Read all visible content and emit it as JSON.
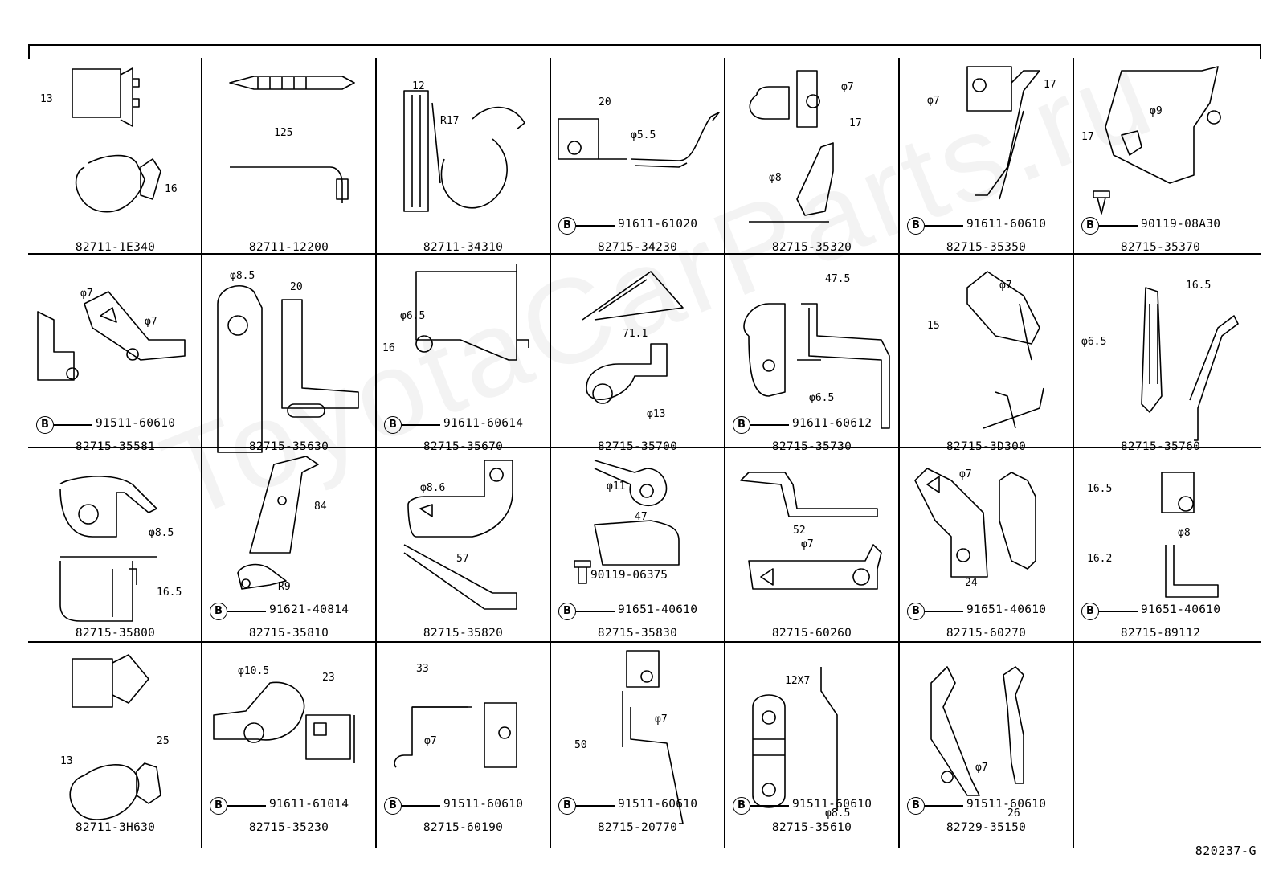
{
  "diagram": {
    "doc_id": "820237-G",
    "watermark": "ToyotaCarParts.ru",
    "cells": [
      {
        "part": "82711-1E340",
        "dims": [
          "13",
          "16"
        ],
        "bolt": null
      },
      {
        "part": "82711-12200",
        "dims": [
          "125"
        ],
        "bolt": null
      },
      {
        "part": "82711-34310",
        "dims": [
          "12",
          "R17"
        ],
        "bolt": null
      },
      {
        "part": "82715-34230",
        "dims": [
          "20",
          "φ5.5"
        ],
        "bolt": "91611-61020"
      },
      {
        "part": "82715-35320",
        "dims": [
          "φ7",
          "17",
          "φ8"
        ],
        "bolt": null
      },
      {
        "part": "82715-35350",
        "dims": [
          "17",
          "φ7"
        ],
        "bolt": "91611-60610"
      },
      {
        "part": "82715-35370",
        "dims": [
          "φ9",
          "17"
        ],
        "bolt": "90119-08A30"
      },
      {
        "part": "82715-35581",
        "dims": [
          "φ7",
          "φ7"
        ],
        "bolt": "91511-60610"
      },
      {
        "part": "82715-35630",
        "dims": [
          "φ8.5",
          "20"
        ],
        "bolt": null
      },
      {
        "part": "82715-35670",
        "dims": [
          "φ6.5",
          "16"
        ],
        "bolt": "91611-60614"
      },
      {
        "part": "82715-35700",
        "dims": [
          "71.1",
          "φ13"
        ],
        "bolt": null
      },
      {
        "part": "82715-35730",
        "dims": [
          "47.5",
          "φ6.5"
        ],
        "bolt": "91611-60612"
      },
      {
        "part": "82715-3D300",
        "dims": [
          "φ7",
          "15"
        ],
        "bolt": null
      },
      {
        "part": "82715-35760",
        "dims": [
          "16.5",
          "φ6.5"
        ],
        "bolt": null
      },
      {
        "part": "82715-35800",
        "dims": [
          "φ8.5",
          "16.5"
        ],
        "bolt": null
      },
      {
        "part": "82715-35810",
        "dims": [
          "84",
          "R9"
        ],
        "bolt": "91621-40814"
      },
      {
        "part": "82715-35820",
        "dims": [
          "φ8.6",
          "57"
        ],
        "bolt": null
      },
      {
        "part": "82715-35830",
        "dims": [
          "φ11",
          "47"
        ],
        "bolt": "91651-40610",
        "bolt2": "90119-06375"
      },
      {
        "part": "82715-60260",
        "dims": [
          "52",
          "φ7"
        ],
        "bolt": null
      },
      {
        "part": "82715-60270",
        "dims": [
          "φ7",
          "24"
        ],
        "bolt": "91651-40610"
      },
      {
        "part": "82715-89112",
        "dims": [
          "16.5",
          "φ8",
          "16.2"
        ],
        "bolt": "91651-40610"
      },
      {
        "part": "82711-3H630",
        "dims": [
          "13",
          "25"
        ],
        "bolt": null
      },
      {
        "part": "82715-35230",
        "dims": [
          "φ10.5",
          "23"
        ],
        "bolt": "91611-61014"
      },
      {
        "part": "82715-60190",
        "dims": [
          "33",
          "φ7"
        ],
        "bolt": "91511-60610"
      },
      {
        "part": "82715-20770",
        "dims": [
          "φ7",
          "50"
        ],
        "bolt": "91511-60610"
      },
      {
        "part": "82715-35610",
        "dims": [
          "12X7",
          "φ8.5"
        ],
        "bolt": "91511-60610"
      },
      {
        "part": "82729-35150",
        "dims": [
          "φ7",
          "26"
        ],
        "bolt": "91511-60610"
      }
    ]
  }
}
